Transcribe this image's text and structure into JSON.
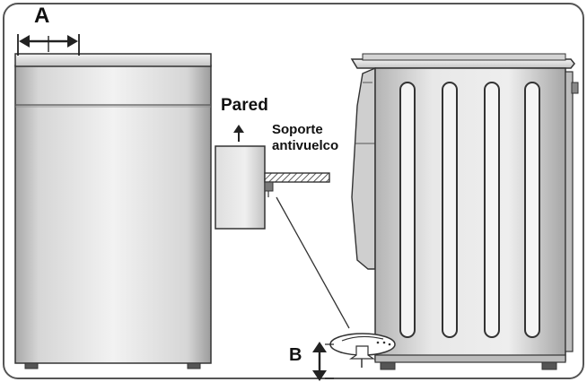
{
  "labels": {
    "a": "A",
    "b": "B",
    "wall": "Pared",
    "bracket_line1": "Soporte",
    "bracket_line2": "antivuelco"
  },
  "colors": {
    "outline": "#333333",
    "panel_light": "#ececec",
    "panel_mid": "#c9c9c9",
    "panel_dark": "#9a9a9a",
    "frame_border": "#555555"
  }
}
